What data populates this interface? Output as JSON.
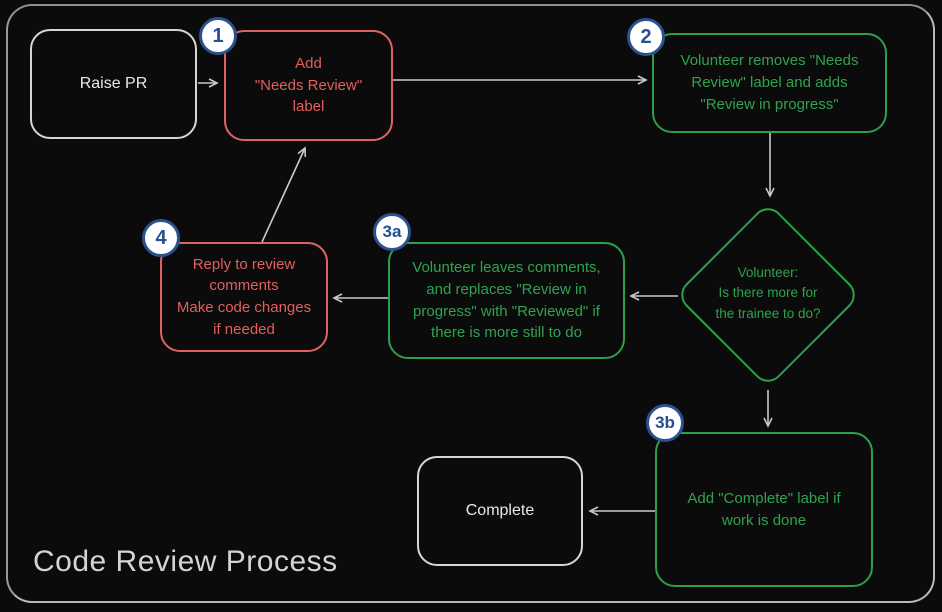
{
  "title": "Code Review Process",
  "colors": {
    "background": "#0b0b0b",
    "frame_border": "#b9b9b9",
    "red_accent": "#e25f5f",
    "green_accent": "#2ba04a",
    "badge_blue": "#2b5290",
    "arrow_gray": "#c9c9c9",
    "neutral_text": "#e9e9e9"
  },
  "nodes": {
    "raise_pr": {
      "label": "Raise PR"
    },
    "add_needs_review": {
      "badge": "1",
      "label": "Add\n\"Needs Review\"\nlabel"
    },
    "volunteer_removes": {
      "badge": "2",
      "label": "Volunteer removes \"Needs\nReview\" label and adds\n\"Review in progress\""
    },
    "decision": {
      "label": "Volunteer:\nIs there more for\nthe trainee to do?"
    },
    "volunteer_comments": {
      "badge": "3a",
      "label": "Volunteer leaves comments,\nand replaces \"Review in\nprogress\" with \"Reviewed\" if\nthere is more still to do"
    },
    "reply_review": {
      "badge": "4",
      "label": "Reply to review\ncomments\nMake code changes\nif needed"
    },
    "add_complete": {
      "badge": "3b",
      "label": "Add \"Complete\" label if\nwork is done"
    },
    "complete": {
      "label": "Complete"
    }
  }
}
